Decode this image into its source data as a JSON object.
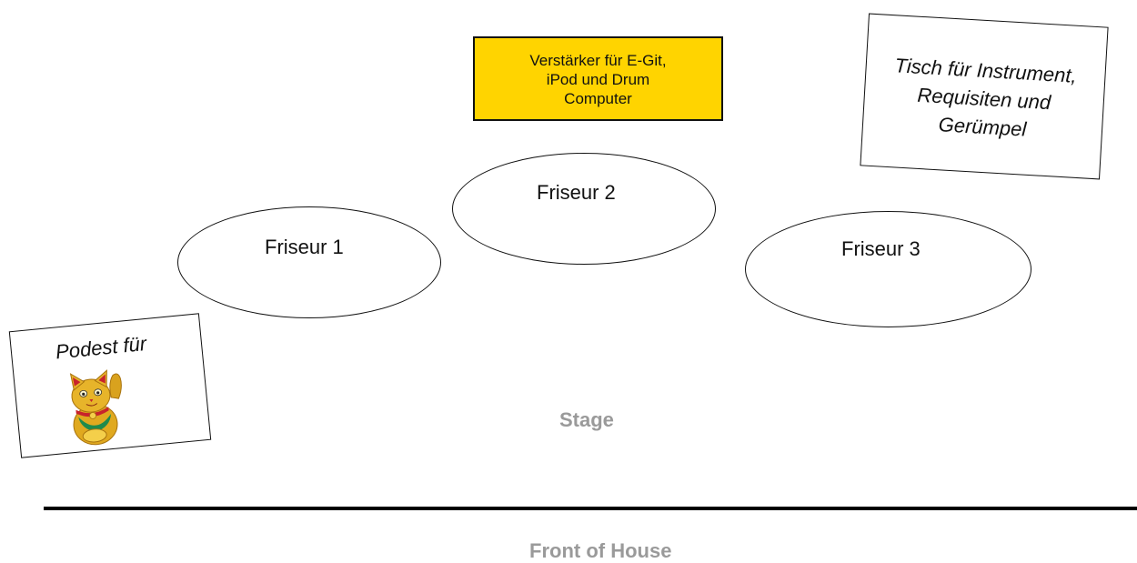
{
  "amplifier": {
    "label": "Verstärker für E-Git,\niPod und Drum\nComputer",
    "color": "#ffd400"
  },
  "table": {
    "label": "Tisch für Instrument,\nRequisiten und\nGerümpel"
  },
  "stations": [
    {
      "label": "Friseur 1"
    },
    {
      "label": "Friseur 2"
    },
    {
      "label": "Friseur 3"
    }
  ],
  "podest": {
    "label": "Podest für",
    "image": "lucky-cat"
  },
  "areas": {
    "stage": "Stage",
    "front_of_house": "Front of House"
  }
}
